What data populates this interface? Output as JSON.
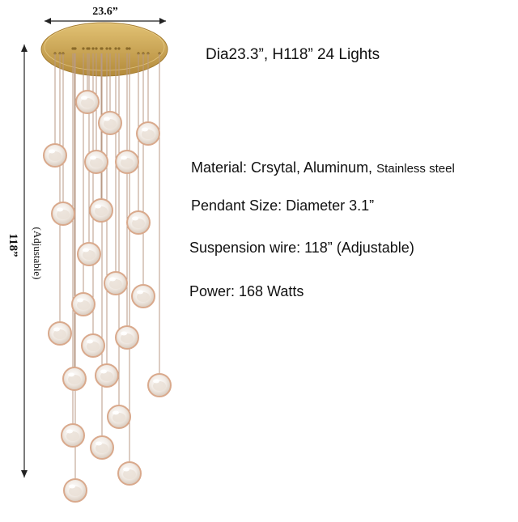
{
  "dimensions": {
    "width_label": "23.6”",
    "height_label": "118”",
    "adjustable_label": "(Adjustable)"
  },
  "headline": "Dia23.3”, H118”  24 Lights",
  "specs": {
    "material_main": "Material: Crsytal, Aluminum, ",
    "material_extra": "Stainless steel",
    "pendant_size": "Pendant Size: Diameter 3.1”",
    "suspension_wire": "Suspension wire: 118” (Adjustable)",
    "power": "Power: 168 Watts"
  },
  "colors": {
    "canopy_gold": "#c9a14a",
    "pendant_rim": "#d9a98c",
    "wire": "#b89a86",
    "dimension_line": "#222222"
  },
  "product": {
    "light_count": 24
  }
}
